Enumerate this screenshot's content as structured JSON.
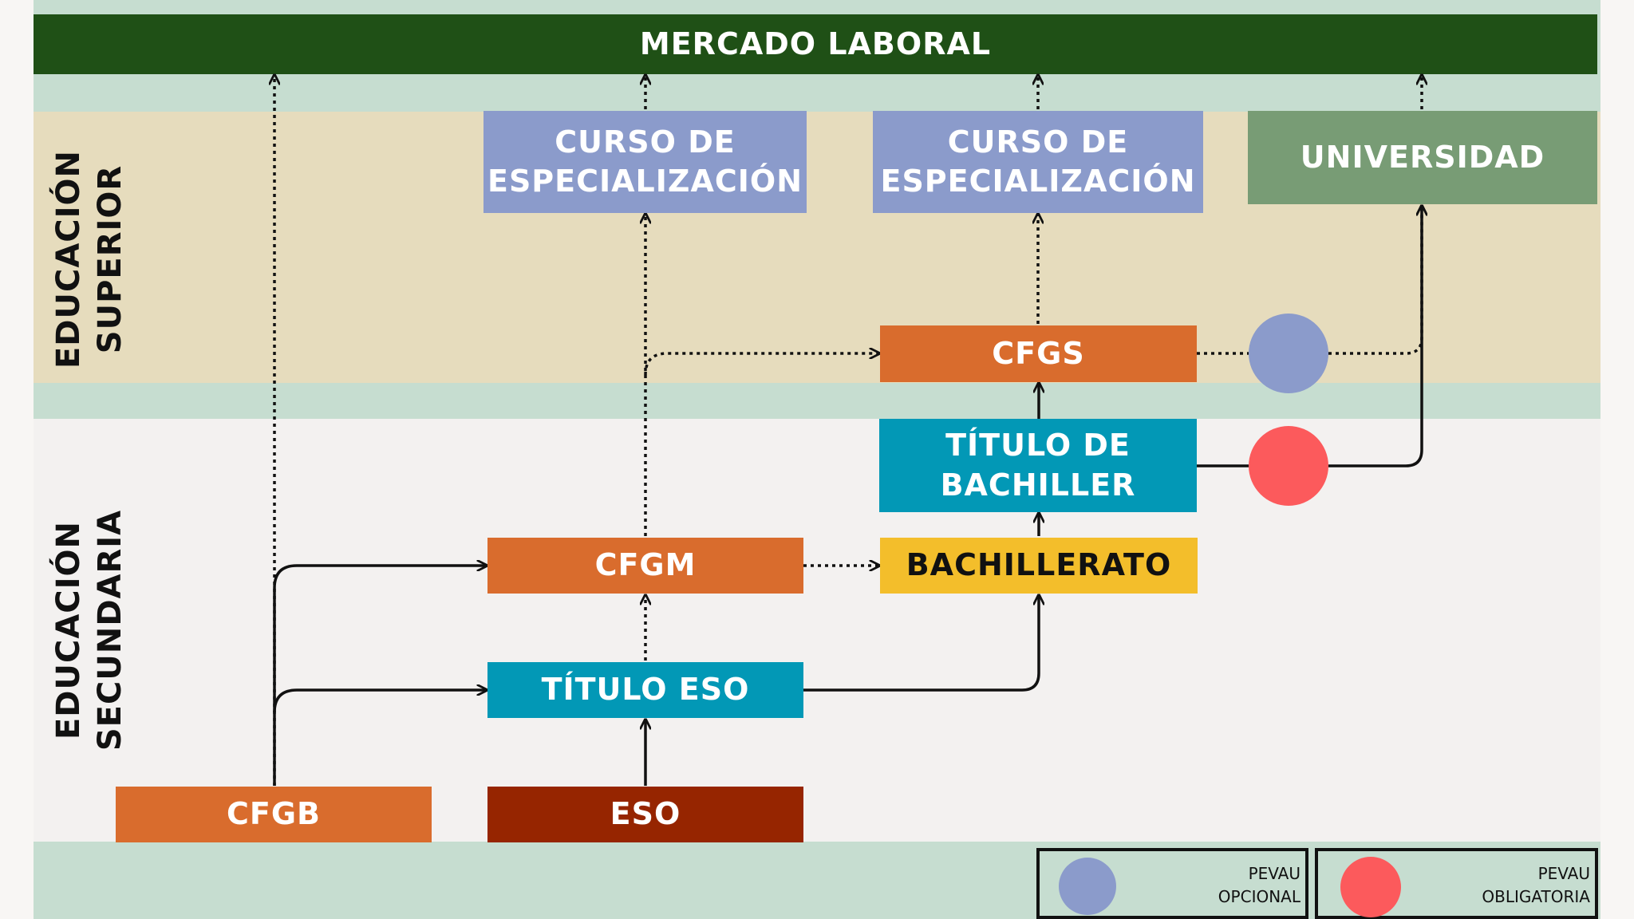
{
  "labor_market": {
    "label": "MERCADO LABORAL"
  },
  "sections": {
    "higher": "EDUCACIÓN\nSUPERIOR",
    "secondary": "EDUCACIÓN\nSECUNDARIA"
  },
  "nodes": {
    "curso_1": "CURSO DE\nESPECIALIZACIÓN",
    "curso_2": "CURSO DE\nESPECIALIZACIÓN",
    "universidad": "UNIVERSIDAD",
    "cfgs": "CFGS",
    "titulo_bachiller": "TÍTULO DE\nBACHILLER",
    "cfgm": "CFGM",
    "bachillerato": "BACHILLERATO",
    "titulo_eso": "TÍTULO ESO",
    "cfgb": "CFGB",
    "eso": "ESO"
  },
  "legend": {
    "optional": "PEVAU\nOPCIONAL",
    "mandatory": "PEVAU\nOBLIGATORIA"
  },
  "colors": {
    "labor_market": "#1f5016",
    "band_light": "#c6ddd0",
    "band_higher": "#e6dcbd",
    "band_secondary": "#f3f1f0",
    "course": "#8b9bcb",
    "university": "#789c75",
    "cycle_orange": "#d96c2d",
    "title_teal": "#0298b6",
    "bachillerato_yellow": "#f3be2b",
    "eso_darkred": "#962500",
    "pevau_optional": "#8b9bcb",
    "pevau_mandatory": "#fc5a5c"
  }
}
